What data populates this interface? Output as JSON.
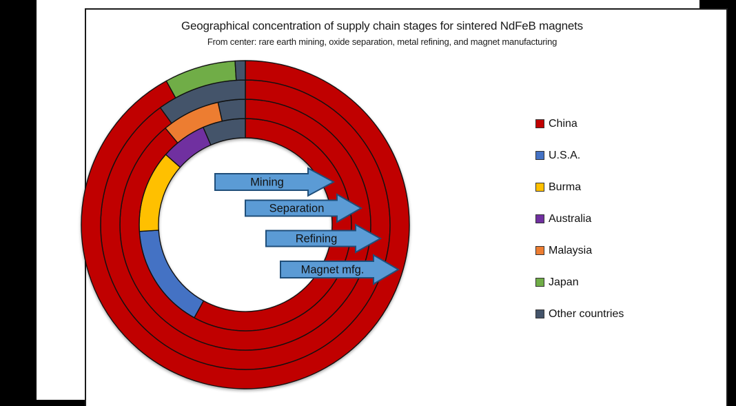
{
  "title": "Geographical concentration of supply chain stages for sintered NdFeB magnets",
  "subtitle": "From center: rare earth mining, oxide separation, metal refining, and magnet manufacturing",
  "legend": {
    "items": [
      {
        "label": "China",
        "color": "#C00000"
      },
      {
        "label": "U.S.A.",
        "color": "#4472C4"
      },
      {
        "label": "Burma",
        "color": "#FFC000"
      },
      {
        "label": "Australia",
        "color": "#7030A0"
      },
      {
        "label": "Malaysia",
        "color": "#ED7D31"
      },
      {
        "label": "Japan",
        "color": "#70AD47"
      },
      {
        "label": "Other countries",
        "color": "#44546A"
      }
    ]
  },
  "stage_arrows": [
    {
      "label": "Mining",
      "target_ring": "mining"
    },
    {
      "label": "Separation",
      "target_ring": "separation"
    },
    {
      "label": "Refining",
      "target_ring": "refining"
    },
    {
      "label": "Magnet mfg.",
      "target_ring": "magnet_manufacturing"
    }
  ],
  "arrow_style": {
    "fill": "#5B9BD5",
    "stroke": "#1F4E79",
    "label_color": "#111111"
  },
  "chart_data": {
    "type": "pie",
    "variant": "concentric-doughnut-4-rings",
    "title": "Geographical concentration of supply chain stages for sintered NdFeB magnets",
    "subtitle": "From center: rare earth mining, oxide separation, metal refining, and magnet manufacturing",
    "unit": "percent",
    "start_angle_deg": 0,
    "direction": "clockwise",
    "rings_from_center": [
      "mining",
      "separation",
      "refining",
      "magnet_manufacturing"
    ],
    "legend_position": "right",
    "rings": [
      {
        "id": "mining",
        "label": "Mining",
        "values": [
          {
            "name": "China",
            "value": 58
          },
          {
            "name": "U.S.A.",
            "value": 16
          },
          {
            "name": "Burma",
            "value": 12.5
          },
          {
            "name": "Australia",
            "value": 7
          },
          {
            "name": "Other countries",
            "value": 6.5
          }
        ]
      },
      {
        "id": "separation",
        "label": "Separation",
        "values": [
          {
            "name": "China",
            "value": 89
          },
          {
            "name": "Malaysia",
            "value": 7.5
          },
          {
            "name": "Other countries",
            "value": 3.5
          }
        ]
      },
      {
        "id": "refining",
        "label": "Refining",
        "values": [
          {
            "name": "China",
            "value": 90
          },
          {
            "name": "Other countries",
            "value": 10
          }
        ]
      },
      {
        "id": "magnet_manufacturing",
        "label": "Magnet mfg.",
        "values": [
          {
            "name": "China",
            "value": 92
          },
          {
            "name": "Japan",
            "value": 7
          },
          {
            "name": "Other countries",
            "value": 1
          }
        ]
      }
    ],
    "colors": {
      "China": "#C00000",
      "U.S.A.": "#4472C4",
      "Burma": "#FFC000",
      "Australia": "#7030A0",
      "Malaysia": "#ED7D31",
      "Japan": "#70AD47",
      "Other countries": "#44546A"
    }
  }
}
